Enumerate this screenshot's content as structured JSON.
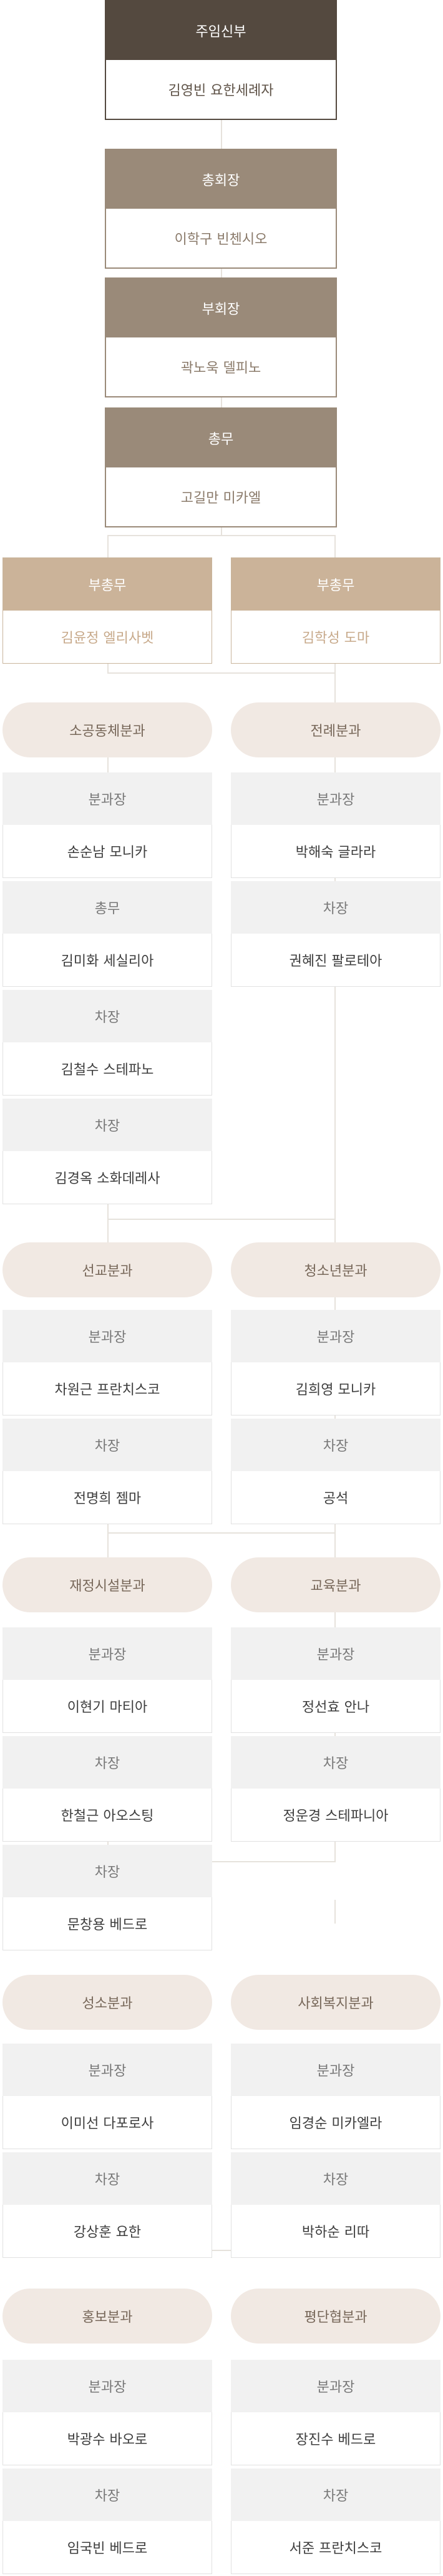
{
  "leadership": [
    {
      "title": "주임신부",
      "name": "김영빈 요한세례자"
    },
    {
      "title": "총회장",
      "name": "이학구 빈첸시오"
    },
    {
      "title": "부회장",
      "name": "곽노욱 델피노"
    },
    {
      "title": "총무",
      "name": "고길만 미카엘"
    }
  ],
  "vice_secretaries": [
    {
      "title": "부총무",
      "name": "김윤정 엘리사벳"
    },
    {
      "title": "부총무",
      "name": "김학성 도마"
    }
  ],
  "divisions": [
    {
      "name": "소공동체분과",
      "members": [
        {
          "role": "분과장",
          "name": "손순남 모니카"
        },
        {
          "role": "총무",
          "name": "김미화 세실리아"
        },
        {
          "role": "차장",
          "name": "김철수 스테파노"
        },
        {
          "role": "차장",
          "name": "김경옥 소화데레사"
        }
      ]
    },
    {
      "name": "전례분과",
      "members": [
        {
          "role": "분과장",
          "name": "박해숙 글라라"
        },
        {
          "role": "차장",
          "name": "권혜진 팔로테아"
        }
      ]
    },
    {
      "name": "선교분과",
      "members": [
        {
          "role": "분과장",
          "name": "차원근 프란치스코"
        },
        {
          "role": "차장",
          "name": "전명희 젬마"
        }
      ]
    },
    {
      "name": "청소년분과",
      "members": [
        {
          "role": "분과장",
          "name": "김희영 모니카"
        },
        {
          "role": "차장",
          "name": "공석"
        }
      ]
    },
    {
      "name": "재정시설분과",
      "members": [
        {
          "role": "분과장",
          "name": "이현기 마티아"
        },
        {
          "role": "차장",
          "name": "한철근 아오스팅"
        },
        {
          "role": "차장",
          "name": "문창용 베드로"
        }
      ]
    },
    {
      "name": "교육분과",
      "members": [
        {
          "role": "분과장",
          "name": "정선효 안나"
        },
        {
          "role": "차장",
          "name": "정운경 스테파니아"
        }
      ]
    },
    {
      "name": "성소분과",
      "members": [
        {
          "role": "분과장",
          "name": "이미선 다포로사"
        },
        {
          "role": "차장",
          "name": "강상훈 요한"
        }
      ]
    },
    {
      "name": "사회복지분과",
      "members": [
        {
          "role": "분과장",
          "name": "임경순 미카엘라"
        },
        {
          "role": "차장",
          "name": "박하순 리따"
        }
      ]
    },
    {
      "name": "홍보분과",
      "members": [
        {
          "role": "분과장",
          "name": "박광수 바오로"
        },
        {
          "role": "차장",
          "name": "임국빈 베드로"
        }
      ]
    },
    {
      "name": "평단협분과",
      "members": [
        {
          "role": "분과장",
          "name": "장진수 베드로"
        },
        {
          "role": "차장",
          "name": "서준 프란치스코"
        }
      ]
    }
  ],
  "colors": {
    "head_dark": "#54493f",
    "head_mid": "#9a8a79",
    "head_light": "#cbb399",
    "pill_bg": "#f1e9e3",
    "role_head_bg": "#f1f1f1"
  }
}
